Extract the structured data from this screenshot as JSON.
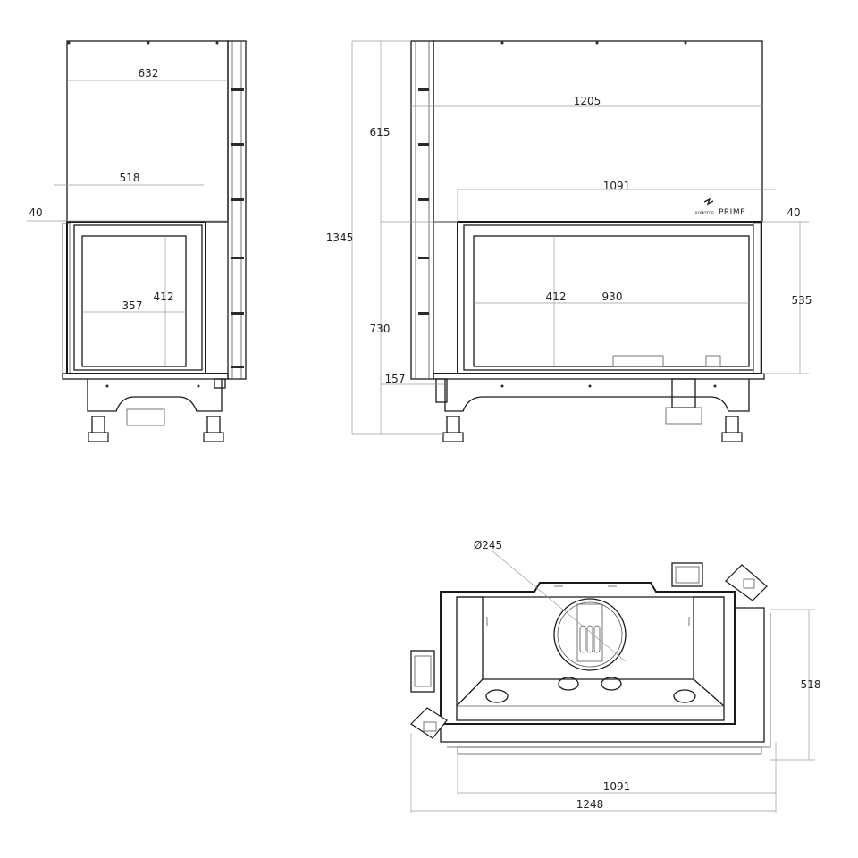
{
  "brand": {
    "small": "ROMOTOP",
    "large": "PRIME"
  },
  "front_view": {
    "width_total": "632",
    "width_opening": "518",
    "offset_top": "40",
    "glass_width": "357",
    "glass_height": "412"
  },
  "side_view": {
    "total_height": "1345",
    "upper_height": "615",
    "lower_height": "730",
    "leg_height": "157",
    "width_total": "1205",
    "width_opening": "1091",
    "offset_top": "40",
    "glass_height": "412",
    "glass_width": "930",
    "frame_height": "535"
  },
  "top_view": {
    "flue_diameter": "Ø245",
    "depth": "518",
    "width_inner": "1091",
    "width_total": "1248"
  }
}
